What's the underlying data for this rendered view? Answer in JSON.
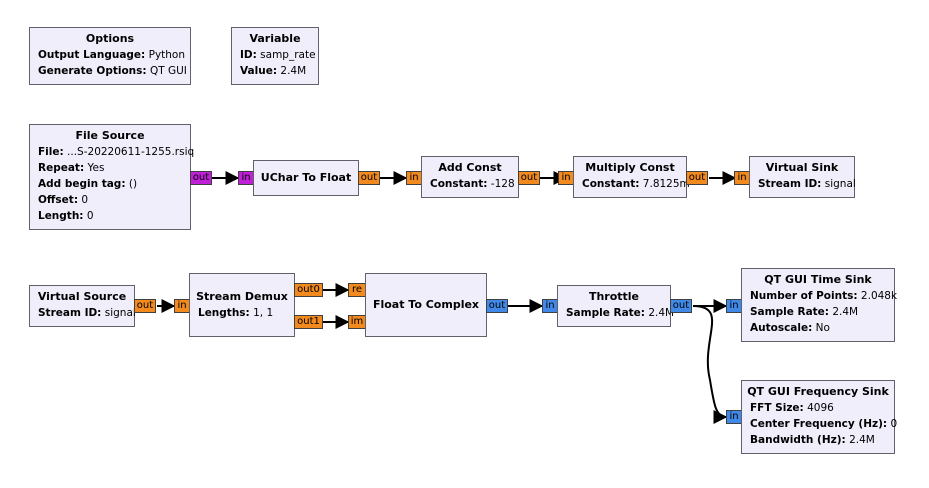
{
  "colors": {
    "byte_port": "#c020d8",
    "float_port": "#f28a1e",
    "complex_port": "#4189e8",
    "block_bg": "#f0eefb",
    "block_border": "#61616b"
  },
  "blocks": {
    "options": {
      "title": "Options",
      "p1_label": "Output Language:",
      "p1_value": "Python",
      "p2_label": "Generate Options:",
      "p2_value": "QT GUI"
    },
    "variable": {
      "title": "Variable",
      "p1_label": "ID:",
      "p1_value": "samp_rate",
      "p2_label": "Value:",
      "p2_value": "2.4M"
    },
    "file_source": {
      "title": "File Source",
      "file_label": "File:",
      "file_value": "...S-20220611-1255.rsiq",
      "repeat_label": "Repeat:",
      "repeat_value": "Yes",
      "tag_label": "Add begin tag:",
      "tag_value": "()",
      "offset_label": "Offset:",
      "offset_value": "0",
      "length_label": "Length:",
      "length_value": "0",
      "out_port": "out"
    },
    "uchar_to_float": {
      "title": "UChar To Float",
      "in_port": "in",
      "out_port": "out"
    },
    "add_const": {
      "title": "Add Const",
      "p1_label": "Constant:",
      "p1_value": "-128",
      "in_port": "in",
      "out_port": "out"
    },
    "multiply_const": {
      "title": "Multiply Const",
      "p1_label": "Constant:",
      "p1_value": "7.8125m",
      "in_port": "in",
      "out_port": "out"
    },
    "virtual_sink": {
      "title": "Virtual Sink",
      "p1_label": "Stream ID:",
      "p1_value": "signal",
      "in_port": "in"
    },
    "virtual_source": {
      "title": "Virtual Source",
      "p1_label": "Stream ID:",
      "p1_value": "signal",
      "out_port": "out"
    },
    "stream_demux": {
      "title": "Stream Demux",
      "p1_label": "Lengths:",
      "p1_value": "1, 1",
      "in_port": "in",
      "out0_port": "out0",
      "out1_port": "out1"
    },
    "float_to_complex": {
      "title": "Float To Complex",
      "re_port": "re",
      "im_port": "im",
      "out_port": "out"
    },
    "throttle": {
      "title": "Throttle",
      "p1_label": "Sample Rate:",
      "p1_value": "2.4M",
      "in_port": "in",
      "out_port": "out"
    },
    "time_sink": {
      "title": "QT GUI Time Sink",
      "p1_label": "Number of Points:",
      "p1_value": "2.048k",
      "p2_label": "Sample Rate:",
      "p2_value": "2.4M",
      "p3_label": "Autoscale:",
      "p3_value": "No",
      "in_port": "in"
    },
    "freq_sink": {
      "title": "QT GUI Frequency Sink",
      "p1_label": "FFT Size:",
      "p1_value": "4096",
      "p2_label": "Center Frequency (Hz):",
      "p2_value": "0",
      "p3_label": "Bandwidth (Hz):",
      "p3_value": "2.4M",
      "in_port": "in"
    }
  }
}
